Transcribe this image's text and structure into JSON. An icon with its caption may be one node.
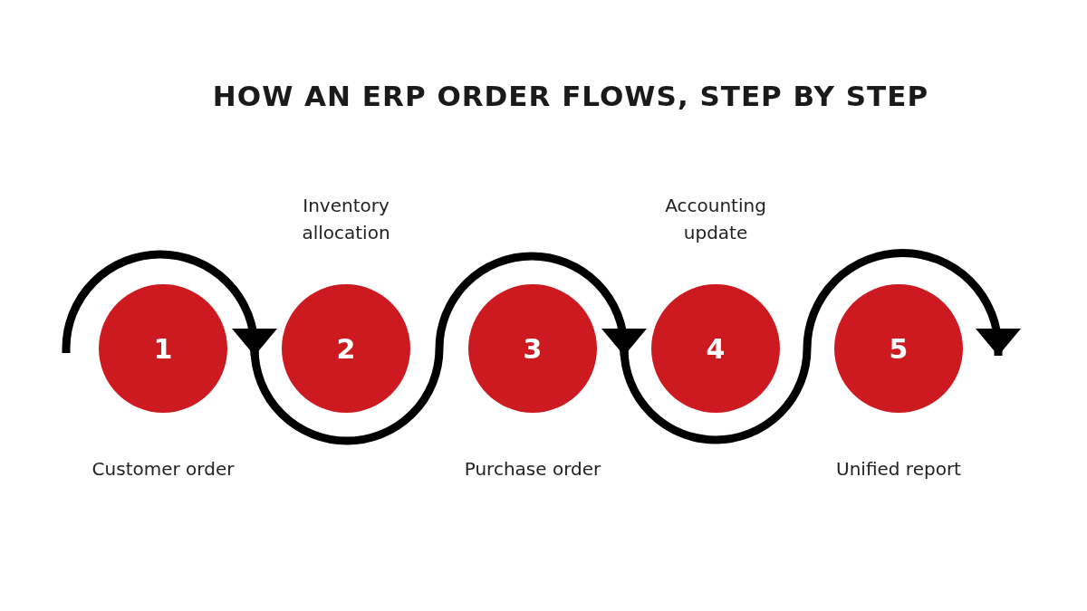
{
  "diagram": {
    "title": "HOW AN ERP ORDER FLOWS, STEP BY STEP",
    "nodes": [
      {
        "text": [
          "1"
        ],
        "beside": [
          "Customer order"
        ]
      },
      {
        "text": [
          "2"
        ],
        "beside": [
          "Inventory allocation"
        ]
      },
      {
        "text": [
          "3"
        ],
        "beside": [
          "Purchase order"
        ]
      },
      {
        "text": [
          "4"
        ],
        "beside": [
          "Accounting update"
        ]
      },
      {
        "text": [
          "5"
        ],
        "beside": [
          "Unified report"
        ]
      }
    ],
    "edges": [
      {
        "from": null,
        "to": 1,
        "arrow": "to"
      },
      {
        "from": 1,
        "to": 3,
        "arrow": "to"
      },
      {
        "from": 3,
        "to": 4,
        "arrow": "to"
      }
    ]
  }
}
